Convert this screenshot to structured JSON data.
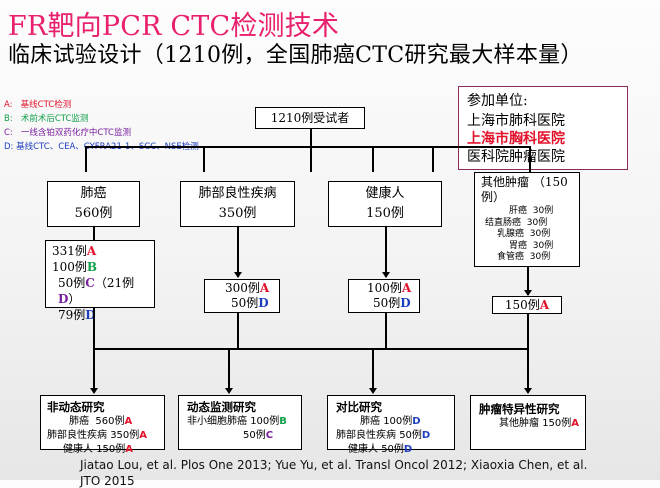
{
  "title": "FR靶向PCR CTC检测技术",
  "subtitle": "临床试验设计（1210例，全国肺癌CTC研究最大样本量）",
  "legend": [
    {
      "key": "A:",
      "text": "基线CTC检测",
      "color": "#e3122b"
    },
    {
      "key": "B:",
      "text": "术前术后CTC监测",
      "color": "#10a04a"
    },
    {
      "key": "C:",
      "text": "一线含铂双药化疗中CTC监测",
      "color": "#7a1fa0"
    },
    {
      "key": "D:",
      "text": "基线CTC、CEA、CYFRA21-1、SCC、NSE检测",
      "color": "#1d3fbf"
    }
  ],
  "participants": {
    "heading": "参加单位:",
    "units": [
      "上海市肺科医院",
      "上海市胸科医院",
      "医科院肿瘤医院"
    ],
    "highlight_color": "#e3122b"
  },
  "root": "1210例受试者",
  "groups": {
    "lung": {
      "name": "肺癌",
      "count": "560例"
    },
    "benign": {
      "name": "肺部良性疾病",
      "count": "350例"
    },
    "healthy": {
      "name": "健康人",
      "count": "150例"
    },
    "other": {
      "name_line1": "其他肿瘤 （150",
      "name_line2": "例）",
      "items": [
        {
          "name": "肝癌",
          "count": "30例"
        },
        {
          "name": "结直肠癌",
          "count": "30例"
        },
        {
          "name": "乳腺癌",
          "count": "30例"
        },
        {
          "name": "胃癌",
          "count": "30例"
        },
        {
          "name": "食管癌",
          "count": "30例"
        }
      ]
    }
  },
  "detail": {
    "lung": {
      "r1_num": "331例",
      "r1_tag": "A",
      "r2_num": "100例",
      "r2_tag": "B",
      "r3_num": "50例",
      "r3_tag": "C",
      "r3_extra_open": "（21例",
      "r3_extra_tag": "D",
      "r3_extra_close": "）",
      "r4_num": "79例",
      "r4_tag": "D"
    },
    "benign": {
      "r1_num": "300例",
      "r1_tag": "A",
      "r2_num": "50例",
      "r2_tag": "D"
    },
    "healthy": {
      "r1_num": "100例",
      "r1_tag": "A",
      "r2_num": "50例",
      "r2_tag": "D"
    },
    "other": {
      "num": "150例",
      "tag": "A"
    }
  },
  "studies": {
    "nondynamic": {
      "title": "非动态研究",
      "rows": [
        {
          "name": "肺癌",
          "num": "560例",
          "tag": "A"
        },
        {
          "name": "肺部良性疾病",
          "num": "350例",
          "tag": "A"
        },
        {
          "name": "健康人",
          "num": "150例",
          "tag": "A"
        }
      ]
    },
    "dynamic": {
      "title": "动态监测研究",
      "rows": [
        {
          "name": "非小细胞肺癌",
          "num": "100例",
          "tag": "B"
        },
        {
          "name": "",
          "num": "50例",
          "tag": "C"
        }
      ]
    },
    "compare": {
      "title": "对比研究",
      "rows": [
        {
          "name": "肺癌",
          "num": "100例",
          "tag": "D"
        },
        {
          "name": "肺部良性疾病",
          "num": "50例",
          "tag": "D"
        },
        {
          "name": "健康人",
          "num": "50例",
          "tag": "D"
        }
      ]
    },
    "specific": {
      "title": "肿瘤特异性研究",
      "rows": [
        {
          "name": "其他肿瘤",
          "num": "150例",
          "tag": "A"
        }
      ]
    }
  },
  "footer_line1": "Jiatao Lou, et al. Plos One 2013;  Yue Yu, et al. Transl Oncol 2012;  Xiaoxia Chen, et al.",
  "footer_line2": "JTO 2015"
}
